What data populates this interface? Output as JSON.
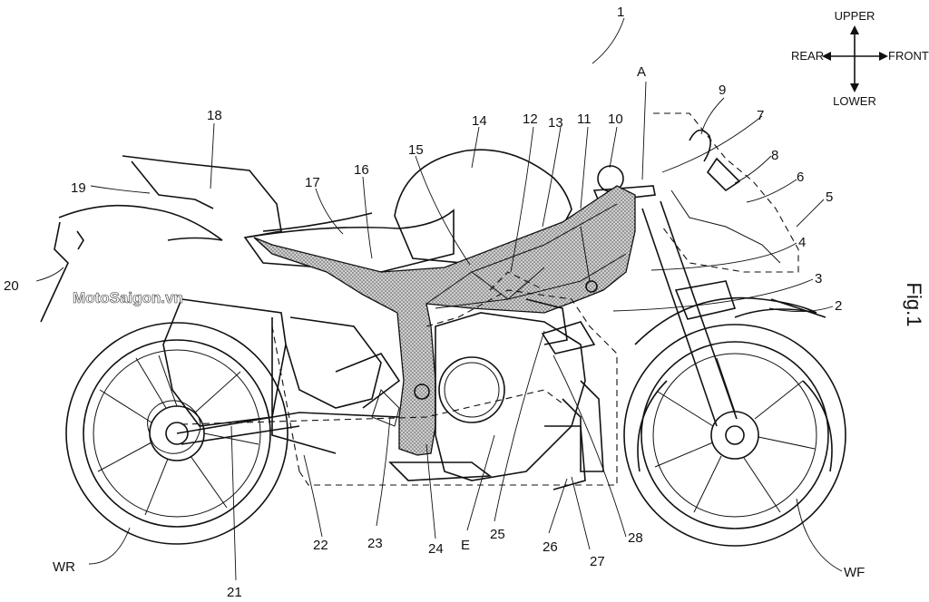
{
  "figure": {
    "title": "Fig.1",
    "watermark": "MotoSaigon.vn",
    "compass": {
      "upper": "UPPER",
      "lower": "LOWER",
      "rear": "REAR",
      "front": "FRONT"
    },
    "labels": {
      "l1": "1",
      "l2": "2",
      "l3": "3",
      "l4": "4",
      "l5": "5",
      "l6": "6",
      "l7": "7",
      "l8": "8",
      "l9": "9",
      "l10": "10",
      "l11": "11",
      "l12": "12",
      "l13": "13",
      "l14": "14",
      "l15": "15",
      "l16": "16",
      "l17": "17",
      "l18": "18",
      "l19": "19",
      "l20": "20",
      "l21": "21",
      "l22": "22",
      "l23": "23",
      "l24": "24",
      "l25": "25",
      "l26": "26",
      "l27": "27",
      "l28": "28",
      "lA": "A",
      "lE": "E",
      "lWR": "WR",
      "lWF": "WF"
    }
  }
}
